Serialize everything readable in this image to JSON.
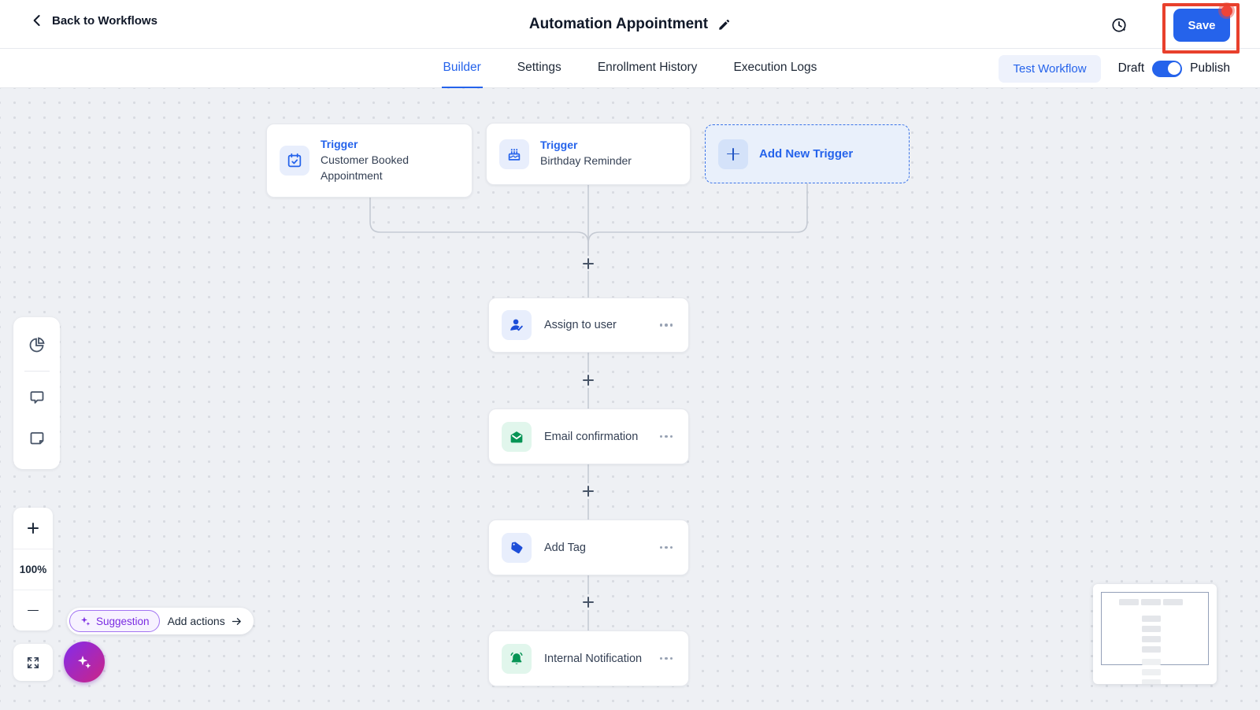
{
  "header": {
    "back_label": "Back to Workflows",
    "title": "Automation Appointment",
    "save_label": "Save"
  },
  "tabs": {
    "items": [
      {
        "label": "Builder",
        "active": true
      },
      {
        "label": "Settings",
        "active": false
      },
      {
        "label": "Enrollment History",
        "active": false
      },
      {
        "label": "Execution Logs",
        "active": false
      }
    ]
  },
  "controls": {
    "test_workflow_label": "Test Workflow",
    "draft_label": "Draft",
    "publish_label": "Publish",
    "publish_toggle_state": "on"
  },
  "canvas": {
    "triggers": [
      {
        "type_label": "Trigger",
        "name": "Customer Booked Appointment",
        "icon": "calendar-check-icon"
      },
      {
        "type_label": "Trigger",
        "name": "Birthday Reminder",
        "icon": "birthday-cake-icon"
      }
    ],
    "add_trigger_label": "Add New Trigger",
    "actions": [
      {
        "name": "Assign to user",
        "icon": "user-check-icon",
        "scheme": "blue"
      },
      {
        "name": "Email confirmation",
        "icon": "email-icon",
        "scheme": "green"
      },
      {
        "name": "Add Tag",
        "icon": "tag-icon",
        "scheme": "blue"
      },
      {
        "name": "Internal Notification",
        "icon": "bell-icon",
        "scheme": "green"
      }
    ],
    "zoom_level": "100%",
    "suggestion": {
      "badge_label": "Suggestion",
      "action_label": "Add actions"
    }
  },
  "colors": {
    "accent_blue": "#2563eb",
    "annotation_red": "#e8402c",
    "green": "#079455",
    "purple": "#7a2be2",
    "canvas_bg": "#eef0f4"
  }
}
